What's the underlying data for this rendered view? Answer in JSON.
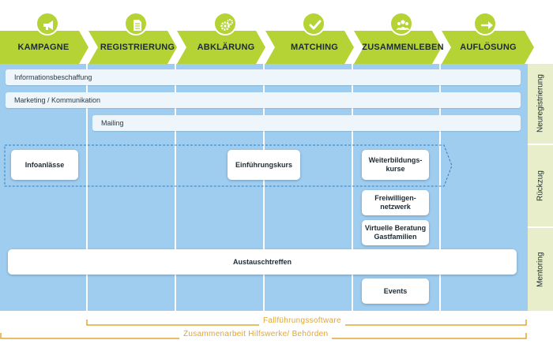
{
  "phases": [
    {
      "label": "KAMPAGNE",
      "icon": "megaphone-icon"
    },
    {
      "label": "REGISTRIERUNG",
      "icon": "document-icon"
    },
    {
      "label": "ABKLÄRUNG",
      "icon": "gears-icon"
    },
    {
      "label": "MATCHING",
      "icon": "checkmark-icon"
    },
    {
      "label": "ZUSAMMENLEBEN",
      "icon": "group-icon"
    },
    {
      "label": "AUFLÖSUNG",
      "icon": "arrow-right-icon"
    }
  ],
  "status_labels": [
    "Neuregistrierung",
    "Rückzug",
    "Mentoring"
  ],
  "bars": {
    "informationsbeschaffung": "Informationsbeschaffung",
    "marketing": "Marketing / Kommunikation",
    "mailing": "Mailing"
  },
  "boxes": {
    "infoanlaesse": "Infoanlässe",
    "einfuehrungskurs": "Einführungskurs",
    "weiterbildungskurse": "Weiterbildungs-\nkurse",
    "freiwilligennetzwerk": "Freiwilligen-\nnetzwerk",
    "virtuelle_beratung": "Virtuelle Beratung\nGastfamilien",
    "austauschtreffen": "Austauschtreffen",
    "events": "Events"
  },
  "footer": {
    "fallfuehrung": "Fallführungssoftware",
    "zusammenarbeit": "Zusammenarbeit Hilfswerke/ Behörden"
  },
  "colors": {
    "phase_green": "#b5d334",
    "area_blue": "#9fcdf0",
    "status_col": "#e8eec9",
    "bracket_orange": "#e0a536",
    "dashed_outline": "#2f7fc6"
  }
}
